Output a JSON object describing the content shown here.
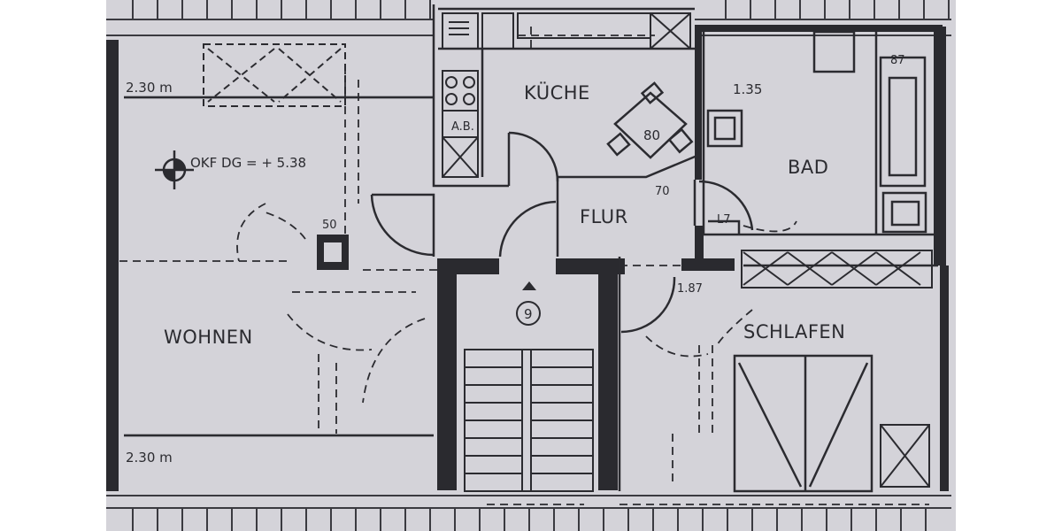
{
  "rooms": {
    "kueche": "KÜCHE",
    "flur": "FLUR",
    "bad": "BAD",
    "wohnen": "WOHNEN",
    "schlafen": "SCHLAFEN"
  },
  "annotations": {
    "level_marker": "OKF DG = + 5.38",
    "dim_top_left": "2.30 m",
    "dim_bottom_left": "2.30 m",
    "chimney_size": "50",
    "kitchen_table": "80",
    "kitchen_ab": "A.B.",
    "kitchen_70": "70",
    "bath_width": "1.35",
    "bath_87": "87",
    "bath_door": "L7",
    "bedroom_dim": "1.87",
    "stair_number": "9"
  },
  "colors": {
    "paper": "#d4d3d9",
    "line": "#2b2b30",
    "background": "#ffffff"
  },
  "symbols": [
    "level-crosshair-icon",
    "stair-arrow-icon",
    "chimney-icon",
    "sink-icon",
    "stove-icon",
    "bathtub-icon",
    "wardrobe-icon"
  ]
}
